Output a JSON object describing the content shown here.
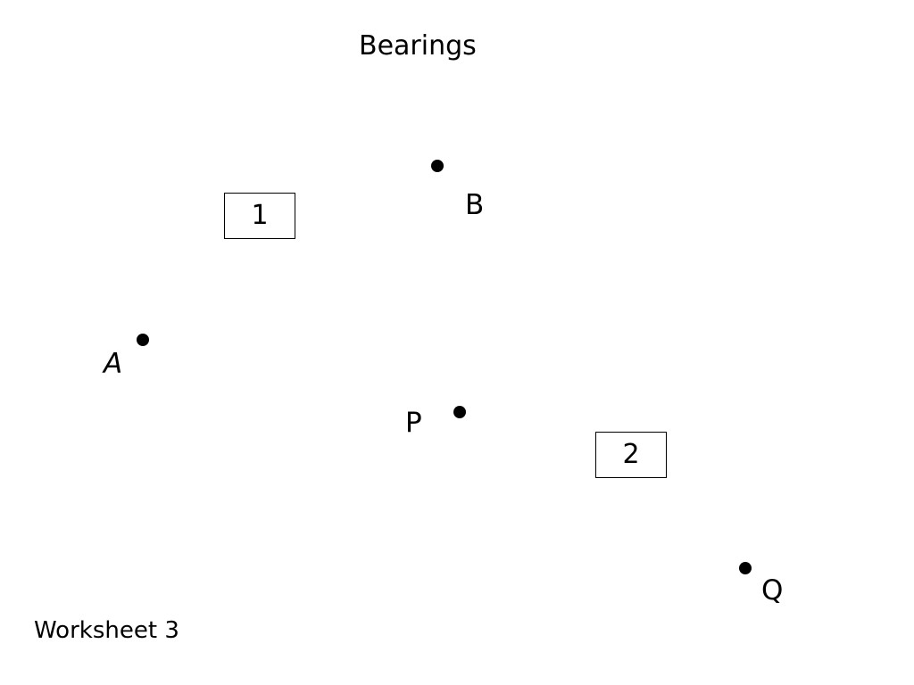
{
  "title": "Bearings",
  "footer": "Worksheet 3",
  "points": {
    "b": "B",
    "a": "A",
    "p": "P",
    "q": "Q"
  },
  "boxes": {
    "one": "1",
    "two": "2"
  },
  "colors": {
    "ink": "#000000",
    "background": "#ffffff"
  }
}
